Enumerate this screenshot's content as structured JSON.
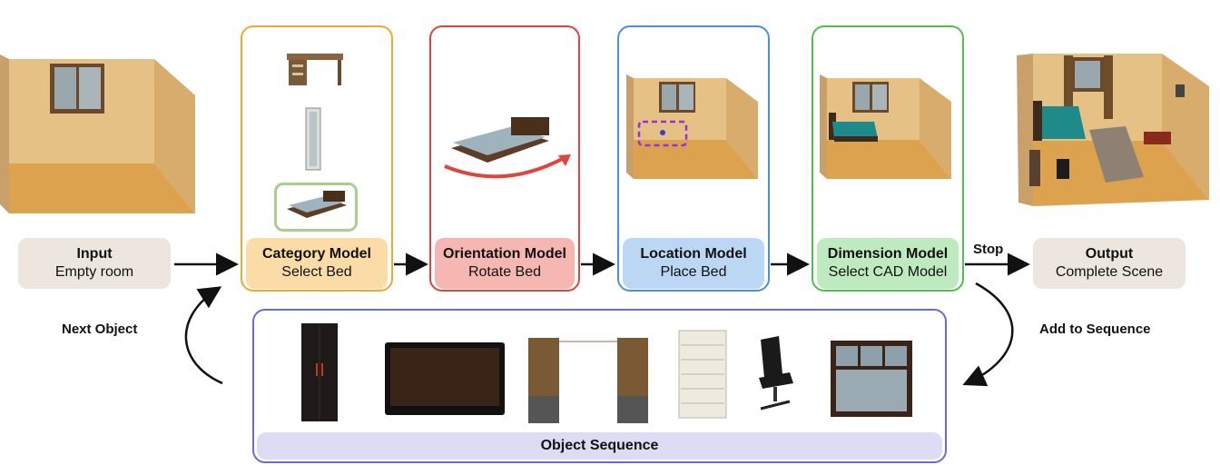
{
  "input": {
    "title": "Input",
    "subtitle": "Empty room"
  },
  "output": {
    "title": "Output",
    "subtitle": "Complete Scene"
  },
  "stages": [
    {
      "title": "Category Model",
      "subtitle": "Select Bed",
      "color": "#f0a830",
      "fill": "#fbdca6"
    },
    {
      "title": "Orientation Model",
      "subtitle": "Rotate Bed",
      "color": "#e0443a",
      "fill": "#f6b7b2"
    },
    {
      "title": "Location Model",
      "subtitle": "Place Bed",
      "color": "#4a90e2",
      "fill": "#bcd7f4"
    },
    {
      "title": "Dimension Model",
      "subtitle": "Select CAD Model",
      "color": "#4cc24c",
      "fill": "#bfeabf"
    }
  ],
  "labels": {
    "stop": "Stop",
    "next_object": "Next Object",
    "add_to_sequence": "Add to Sequence"
  },
  "sequence": {
    "label": "Object Sequence",
    "border_color": "#6a6ad8",
    "fill": "#dcdcf5",
    "items": [
      "wardrobe-icon",
      "tv-icon",
      "curtain-icon",
      "bookshelf-icon",
      "office-chair-icon",
      "window-icon"
    ]
  },
  "colors": {
    "neutral_box": "#ece6df",
    "room_floor": "#d9a24a",
    "room_wall": "#e8c58a"
  }
}
